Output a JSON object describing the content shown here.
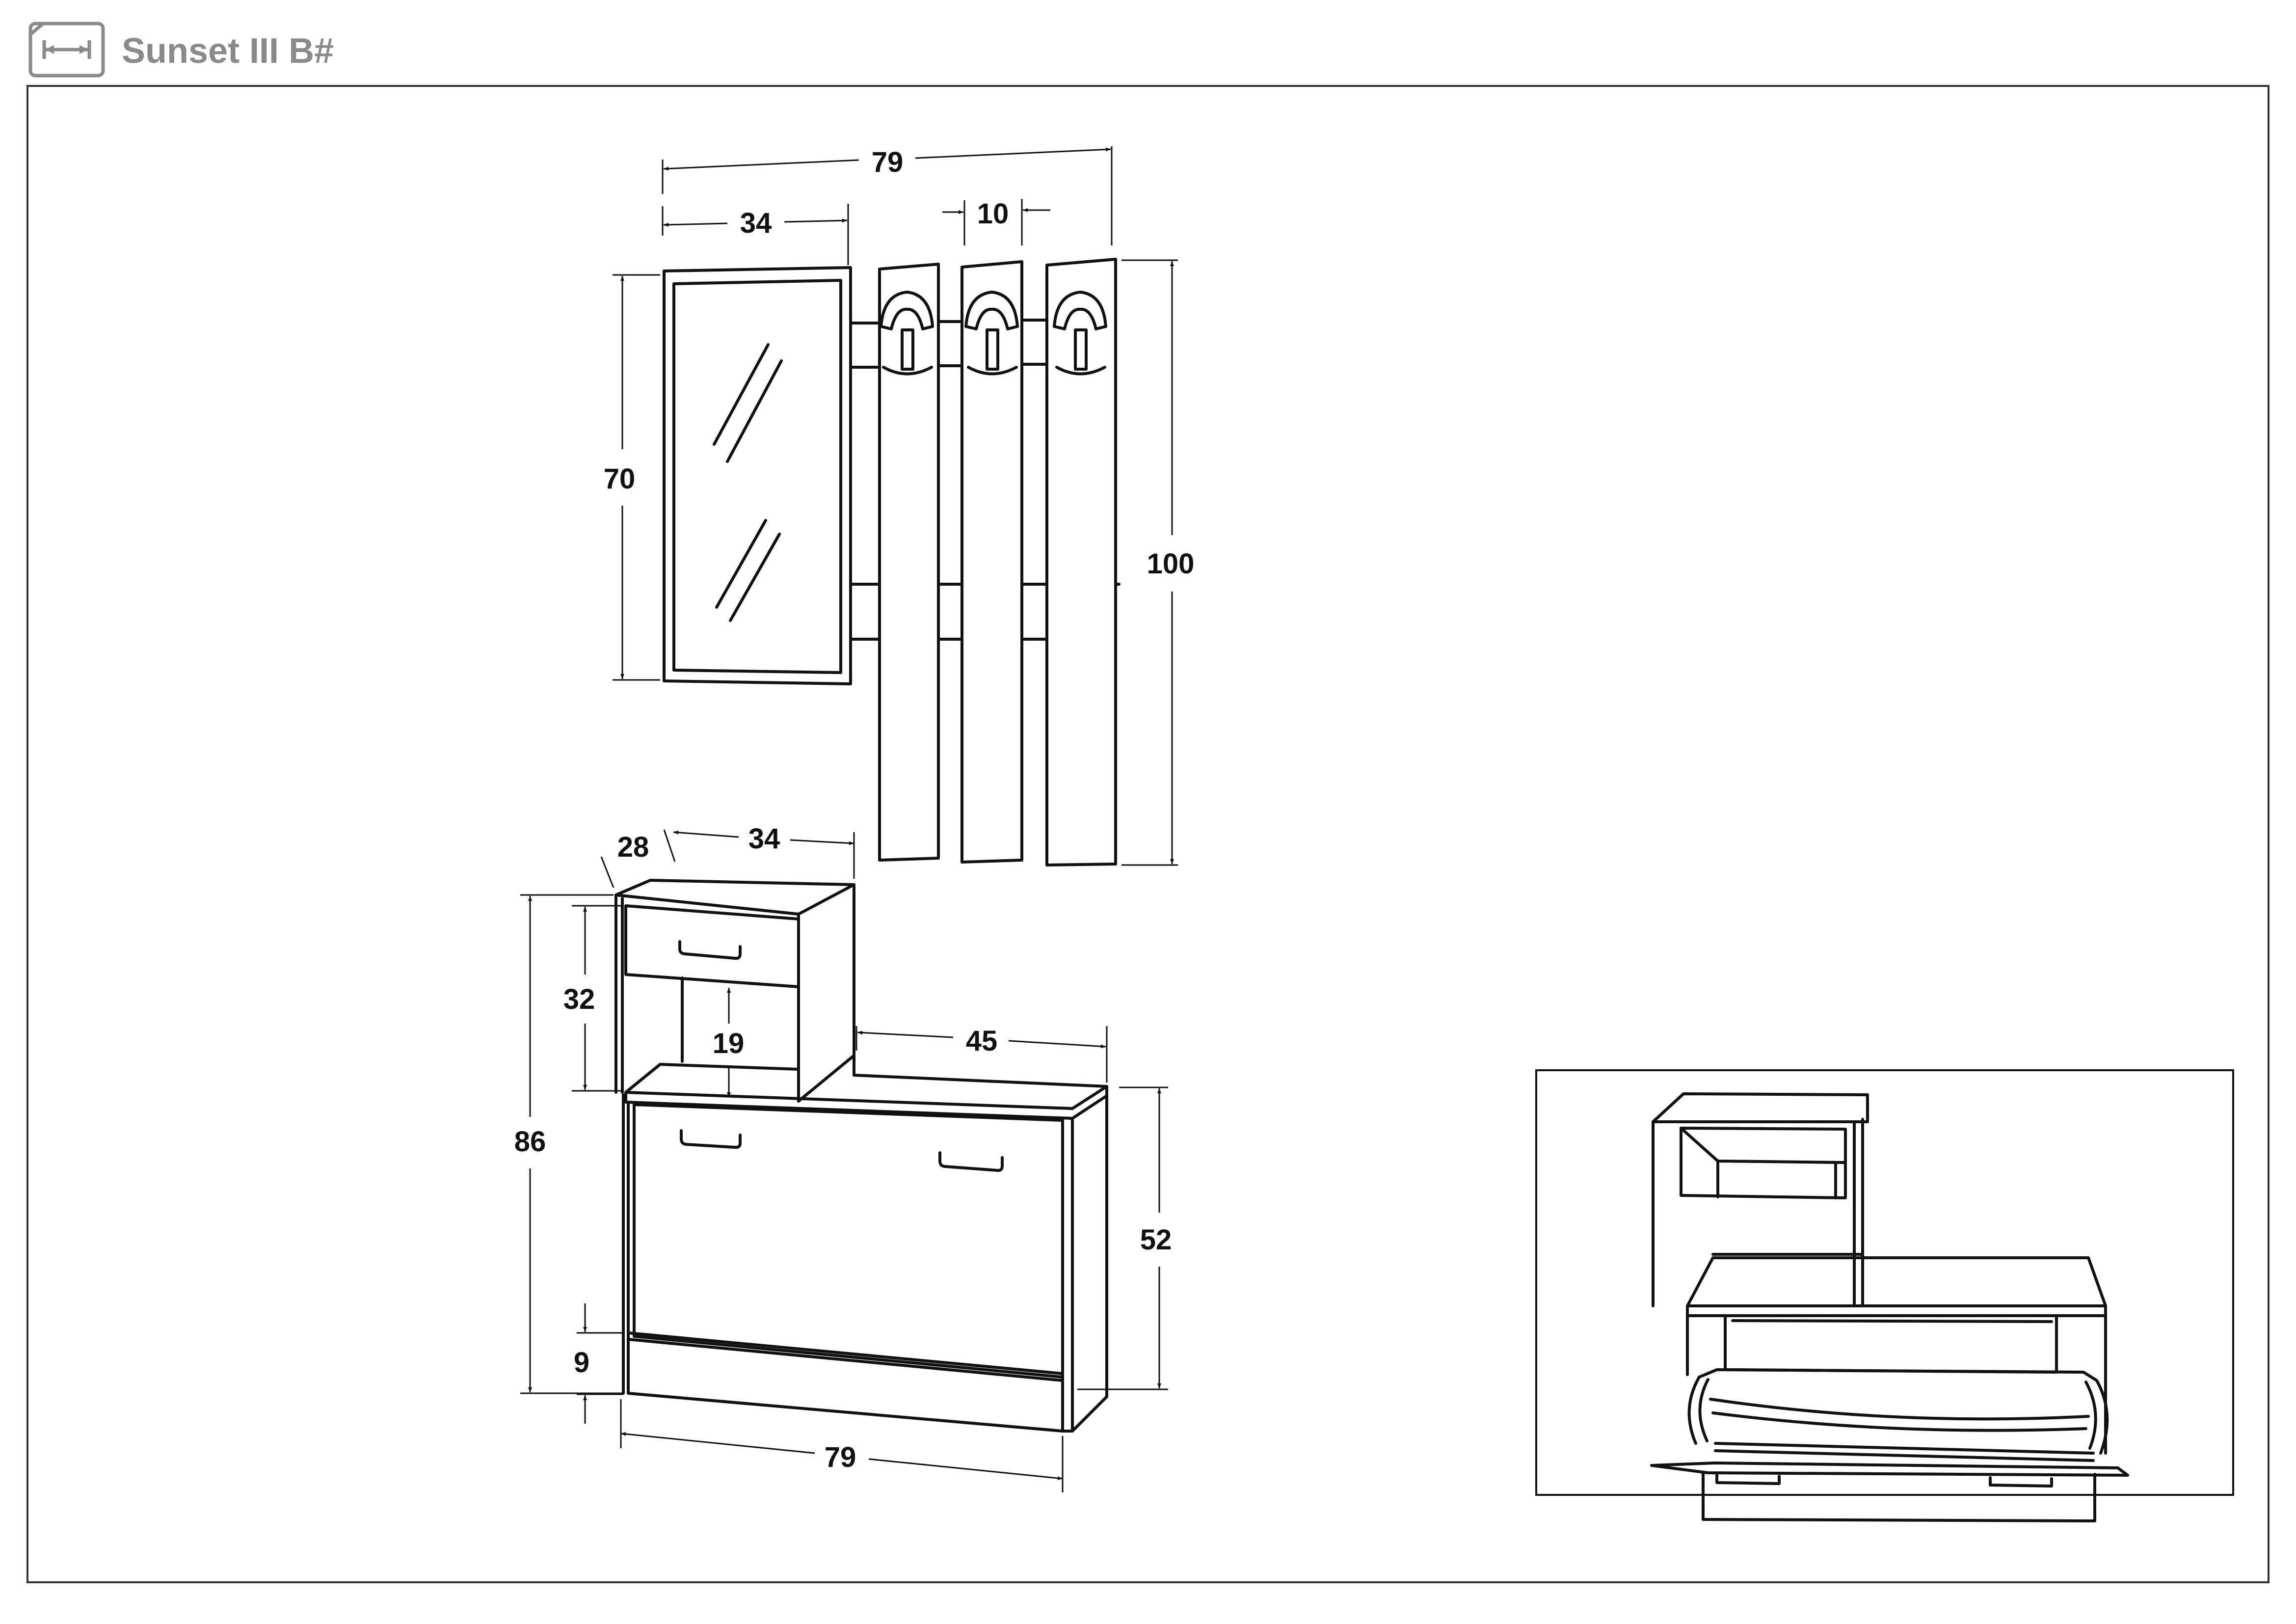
{
  "header": {
    "title": "Sunset III B#",
    "icon": "dimensions-icon"
  },
  "dimensions": {
    "panel_total_width": "79",
    "mirror_width": "34",
    "hanger_strip_width": "10",
    "mirror_height": "70",
    "panel_height": "100",
    "top_unit_depth": "28",
    "top_unit_width": "34",
    "top_unit_height": "32",
    "niche_height": "19",
    "bench_width": "45",
    "total_height": "86",
    "cabinet_height": "52",
    "plinth_height": "9",
    "cabinet_width": "79"
  },
  "colors": {
    "line": "#111111",
    "title": "#8a8a8a"
  }
}
